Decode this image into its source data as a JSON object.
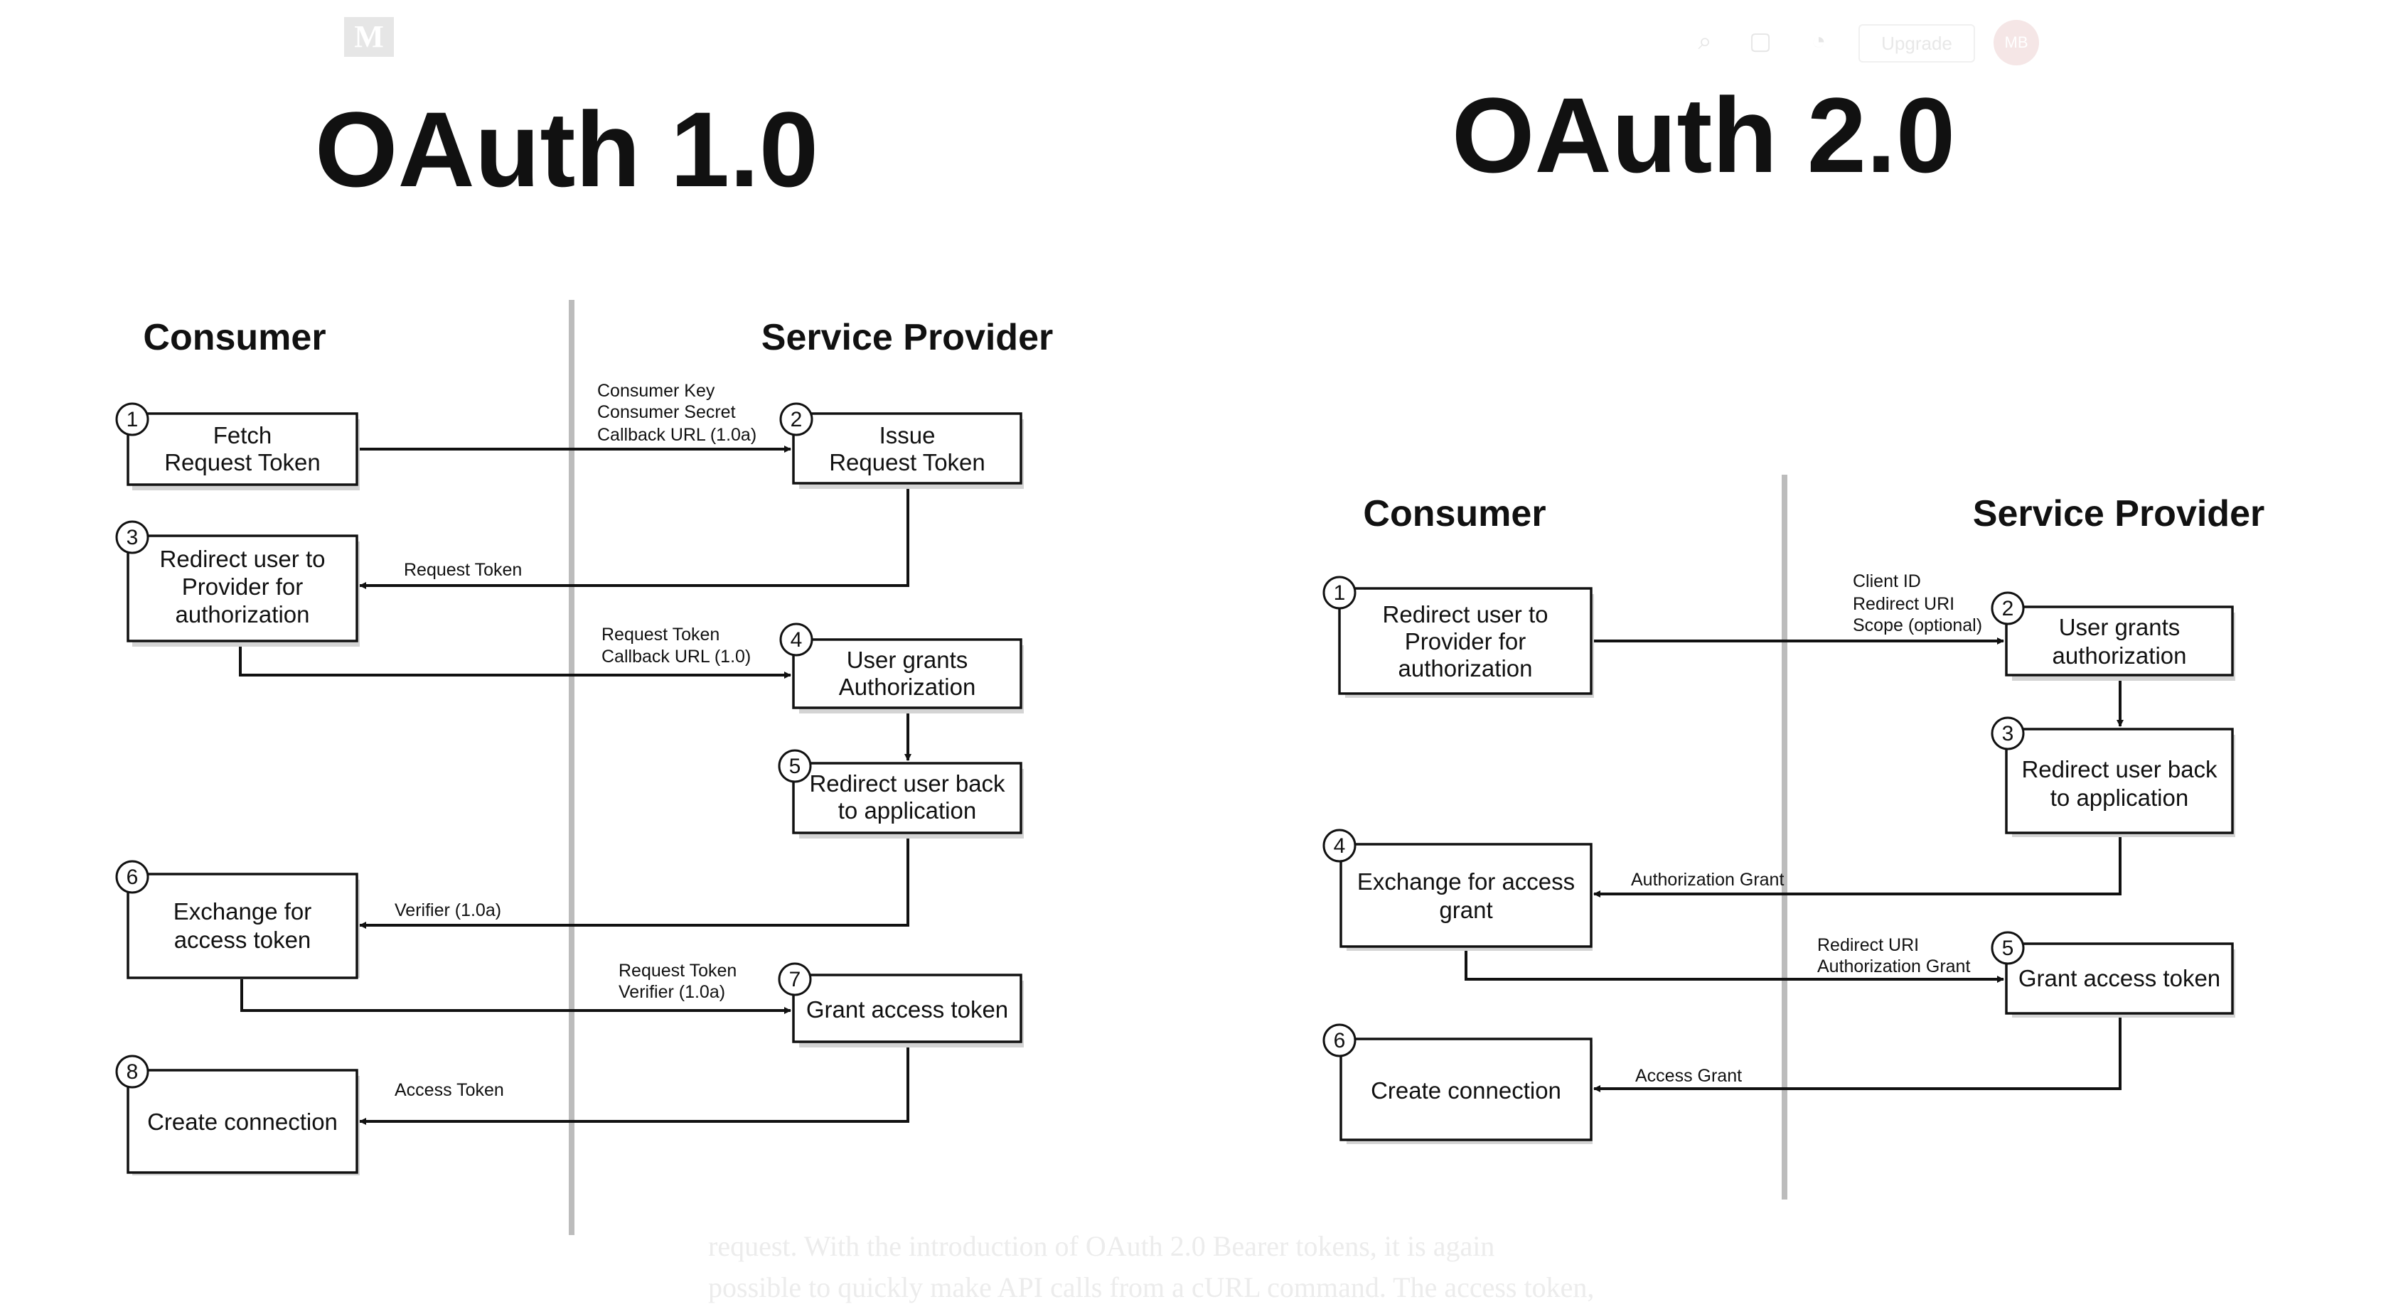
{
  "topbar": {
    "logo": "M",
    "upgrade_label": "Upgrade",
    "avatar_initials": "MB",
    "icons": [
      "search-icon",
      "bookmarks-icon",
      "bell-icon"
    ]
  },
  "background_text": {
    "line1": "request. With the introduction of OAuth 2.0 Bearer tokens, it is again",
    "line2": "possible to quickly make API calls from a cURL command. The access token,"
  },
  "oauth1": {
    "title": "OAuth 1.0",
    "consumer_heading": "Consumer",
    "provider_heading": "Service Provider",
    "steps": {
      "s1": {
        "num": "1",
        "lines": [
          "Fetch",
          "Request Token"
        ]
      },
      "s2": {
        "num": "2",
        "lines": [
          "Issue",
          "Request Token"
        ]
      },
      "s3": {
        "num": "3",
        "lines": [
          "Redirect user to",
          "Provider for",
          "authorization"
        ]
      },
      "s4": {
        "num": "4",
        "lines": [
          "User grants",
          "Authorization"
        ]
      },
      "s5": {
        "num": "5",
        "lines": [
          "Redirect user back",
          "to application"
        ]
      },
      "s6": {
        "num": "6",
        "lines": [
          "Exchange for",
          "access token"
        ]
      },
      "s7": {
        "num": "7",
        "lines": [
          "Grant access token"
        ]
      },
      "s8": {
        "num": "8",
        "lines": [
          "Create connection"
        ]
      }
    },
    "labels": {
      "a1": [
        "Consumer Key",
        "Consumer Secret",
        "Callback URL (1.0a)"
      ],
      "a2": [
        "Request Token"
      ],
      "a3": [
        "Request Token",
        "Callback URL (1.0)"
      ],
      "a4": [
        "Verifier (1.0a)"
      ],
      "a5": [
        "Request Token",
        "Verifier (1.0a)"
      ],
      "a6": [
        "Access Token"
      ]
    }
  },
  "oauth2": {
    "title": "OAuth 2.0",
    "consumer_heading": "Consumer",
    "provider_heading": "Service Provider",
    "steps": {
      "s1": {
        "num": "1",
        "lines": [
          "Redirect user to",
          "Provider for",
          "authorization"
        ]
      },
      "s2": {
        "num": "2",
        "lines": [
          "User grants",
          "authorization"
        ]
      },
      "s3": {
        "num": "3",
        "lines": [
          "Redirect user back",
          "to application"
        ]
      },
      "s4": {
        "num": "4",
        "lines": [
          "Exchange for access",
          "grant"
        ]
      },
      "s5": {
        "num": "5",
        "lines": [
          "Grant access token"
        ]
      },
      "s6": {
        "num": "6",
        "lines": [
          "Create connection"
        ]
      }
    },
    "labels": {
      "a1": [
        "Client ID",
        "Redirect URI",
        "Scope (optional)"
      ],
      "a2": [
        "Authorization Grant"
      ],
      "a3": [
        "Redirect URI",
        "Authorization Grant"
      ],
      "a4": [
        "Access Grant"
      ]
    }
  }
}
